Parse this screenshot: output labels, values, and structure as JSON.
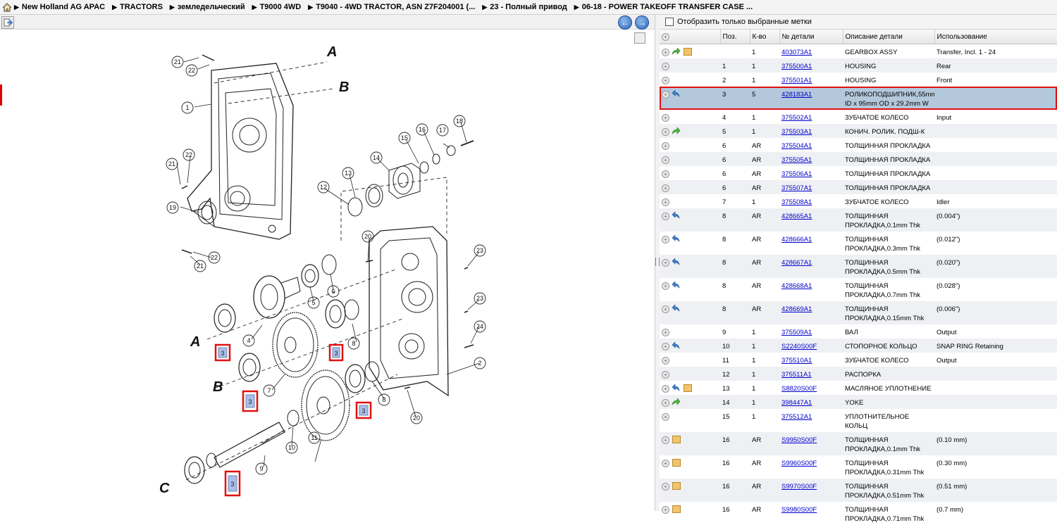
{
  "breadcrumb": [
    "New Holland AG APAC",
    "TRACTORS",
    "земледельческий",
    "T9000 4WD",
    "T9040 - 4WD TRACTOR, ASN Z7F204001 (...",
    "23 - Полный привод",
    "06-18 - POWER TAKEOFF TRANSFER CASE ..."
  ],
  "filter": {
    "label": "Отобразить только выбранные метки"
  },
  "columns": {
    "pos": "Поз.",
    "qty": "К-во",
    "part": "№ детали",
    "desc": "Описание детали",
    "usage": "Использование"
  },
  "parts": [
    {
      "pos": "",
      "qty": "1",
      "part": "403073A1",
      "desc": "GEARBOX ASSY",
      "usage": "Transfer, Incl. 1 - 24",
      "icons": [
        "arrow-green",
        "box"
      ]
    },
    {
      "pos": "1",
      "qty": "1",
      "part": "375500A1",
      "desc": "HOUSING",
      "usage": "Rear",
      "icons": []
    },
    {
      "pos": "2",
      "qty": "1",
      "part": "375501A1",
      "desc": "HOUSING",
      "usage": "Front",
      "icons": []
    },
    {
      "pos": "3",
      "qty": "5",
      "part": "428183A1",
      "desc": "РОЛИКОПОДШИПНИК,55mm ID x 95mm OD x 29.2mm W",
      "usage": "",
      "icons": [
        "arrow-blue"
      ],
      "selected": true
    },
    {
      "pos": "4",
      "qty": "1",
      "part": "375502A1",
      "desc": "ЗУБЧАТОЕ КОЛЕСО",
      "usage": "Input",
      "icons": []
    },
    {
      "pos": "5",
      "qty": "1",
      "part": "375503A1",
      "desc": "КОНИЧ. РОЛИК. ПОДШ-К",
      "usage": "",
      "icons": [
        "arrow-green"
      ]
    },
    {
      "pos": "6",
      "qty": "AR",
      "part": "375504A1",
      "desc": "ТОЛЩИННАЯ ПРОКЛАДКА",
      "usage": "",
      "icons": []
    },
    {
      "pos": "6",
      "qty": "AR",
      "part": "375505A1",
      "desc": "ТОЛЩИННАЯ ПРОКЛАДКА",
      "usage": "",
      "icons": []
    },
    {
      "pos": "6",
      "qty": "AR",
      "part": "375506A1",
      "desc": "ТОЛЩИННАЯ ПРОКЛАДКА",
      "usage": "",
      "icons": []
    },
    {
      "pos": "6",
      "qty": "AR",
      "part": "375507A1",
      "desc": "ТОЛЩИННАЯ ПРОКЛАДКА",
      "usage": "",
      "icons": []
    },
    {
      "pos": "7",
      "qty": "1",
      "part": "375508A1",
      "desc": "ЗУБЧАТОЕ КОЛЕСО",
      "usage": "Idler",
      "icons": []
    },
    {
      "pos": "8",
      "qty": "AR",
      "part": "428665A1",
      "desc": "ТОЛЩИННАЯ ПРОКЛАДКА,0.1mm Thk",
      "usage": "(0.004\")",
      "icons": [
        "arrow-blue"
      ]
    },
    {
      "pos": "8",
      "qty": "AR",
      "part": "428666A1",
      "desc": "ТОЛЩИННАЯ ПРОКЛАДКА,0.3mm Thk",
      "usage": "(0.012\")",
      "icons": [
        "arrow-blue"
      ]
    },
    {
      "pos": "8",
      "qty": "AR",
      "part": "428667A1",
      "desc": "ТОЛЩИННАЯ ПРОКЛАДКА,0.5mm Thk",
      "usage": "(0.020\")",
      "icons": [
        "arrow-blue"
      ]
    },
    {
      "pos": "8",
      "qty": "AR",
      "part": "428668A1",
      "desc": "ТОЛЩИННАЯ ПРОКЛАДКА,0.7mm Thk",
      "usage": "(0.028\")",
      "icons": [
        "arrow-blue"
      ]
    },
    {
      "pos": "8",
      "qty": "AR",
      "part": "428669A1",
      "desc": "ТОЛЩИННАЯ ПРОКЛАДКА,0.15mm Thk",
      "usage": "(0.006\")",
      "icons": [
        "arrow-blue"
      ]
    },
    {
      "pos": "9",
      "qty": "1",
      "part": "375509A1",
      "desc": "ВАЛ",
      "usage": "Output",
      "icons": []
    },
    {
      "pos": "10",
      "qty": "1",
      "part": "S2240S00F",
      "desc": "СТОПОРНОЕ КОЛЬЦО",
      "usage": "SNAP RING Retaining",
      "icons": [
        "arrow-blue"
      ]
    },
    {
      "pos": "11",
      "qty": "1",
      "part": "375510A1",
      "desc": "ЗУБЧАТОЕ КОЛЕСО",
      "usage": "Output",
      "icons": []
    },
    {
      "pos": "12",
      "qty": "1",
      "part": "375511A1",
      "desc": "РАСПОРКА",
      "usage": "",
      "icons": []
    },
    {
      "pos": "13",
      "qty": "1",
      "part": "S8820S00F",
      "desc": "МАСЛЯНОЕ УПЛОТНЕНИЕ",
      "usage": "",
      "icons": [
        "arrow-blue",
        "box"
      ]
    },
    {
      "pos": "14",
      "qty": "1",
      "part": "398447A1",
      "desc": "YOKE",
      "usage": "",
      "icons": [
        "arrow-green"
      ]
    },
    {
      "pos": "15",
      "qty": "1",
      "part": "375512A1",
      "desc": "УПЛОТНИТЕЛЬНОЕ КОЛЬЦ",
      "usage": "",
      "icons": []
    },
    {
      "pos": "16",
      "qty": "AR",
      "part": "S9950S00F",
      "desc": "ТОЛЩИННАЯ ПРОКЛАДКА,0.1mm Thk",
      "usage": "(0.10 mm)",
      "icons": [
        "box"
      ]
    },
    {
      "pos": "16",
      "qty": "AR",
      "part": "S9960S00F",
      "desc": "ТОЛЩИННАЯ ПРОКЛАДКА,0.31mm Thk",
      "usage": "(0.30 mm)",
      "icons": [
        "box"
      ]
    },
    {
      "pos": "16",
      "qty": "AR",
      "part": "S9970S00F",
      "desc": "ТОЛЩИННАЯ ПРОКЛАДКА,0.51mm Thk",
      "usage": "(0.51 mm)",
      "icons": [
        "box"
      ]
    },
    {
      "pos": "16",
      "qty": "AR",
      "part": "S9980S00F",
      "desc": "ТОЛЩИННАЯ ПРОКЛАДКА,0.71mm Thk",
      "usage": "(0.7 mm)",
      "icons": [
        "box"
      ]
    }
  ],
  "diagram": {
    "section_labels": [
      "A",
      "B",
      "A",
      "B",
      "C"
    ],
    "callouts": [
      "21",
      "22",
      "1",
      "22",
      "21",
      "19",
      "22",
      "21",
      "14",
      "15",
      "16",
      "17",
      "18",
      "13",
      "12",
      "20",
      "23",
      "5",
      "6",
      "4",
      "3",
      "7",
      "3",
      "8",
      "23",
      "24",
      "2",
      "3",
      "8",
      "11",
      "10",
      "9",
      "3",
      "20"
    ],
    "highlight_label": "3"
  },
  "colors": {
    "selected_row": "#b4c8dc",
    "highlight_border": "#e01010",
    "link": "#0000cc"
  }
}
